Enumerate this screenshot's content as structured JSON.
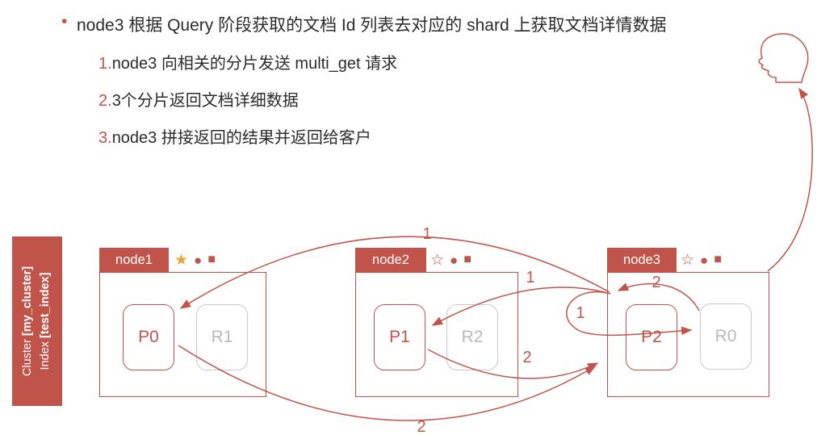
{
  "colors": {
    "accent_red": "#c0544a",
    "star_gold": "#e8a33d",
    "replica_gray": "#c9c9c9",
    "body_text": "#2b2b2b"
  },
  "bullet_section": {
    "bullet_glyph": "•",
    "title": "node3 根据 Query 阶段获取的文档 Id 列表去对应的 shard 上获取文档详情数据",
    "steps": [
      {
        "num": "1.",
        "text": "node3 向相关的分片发送 multi_get 请求"
      },
      {
        "num": "2.",
        "text": "3个分片返回文档详细数据"
      },
      {
        "num": "3.",
        "text": "node3 拼接返回的结果并返回给客户"
      }
    ]
  },
  "cluster_sidebar": {
    "line1_prefix": "Cluster ",
    "line1_value": "[my_cluster]",
    "line2_prefix": "Index ",
    "line2_value": "[test_index]"
  },
  "icons": {
    "star_filled": "★",
    "star_outline": "☆",
    "circle": "●",
    "square": "■"
  },
  "nodes": [
    {
      "label": "node1",
      "star": "★",
      "circle": "●",
      "square": "■",
      "primary": "P0",
      "replica": "R1"
    },
    {
      "label": "node2",
      "star": "☆",
      "circle": "●",
      "square": "■",
      "primary": "P1",
      "replica": "R2"
    },
    {
      "label": "node3",
      "star": "☆",
      "circle": "●",
      "square": "■",
      "primary": "P2",
      "replica": "R0"
    }
  ],
  "arrow_labels": [
    {
      "id": "request-to-p0",
      "text": "1"
    },
    {
      "id": "request-to-p1",
      "text": "1"
    },
    {
      "id": "request-to-p2-loop",
      "text": "1"
    },
    {
      "id": "response-from-p2",
      "text": "2"
    },
    {
      "id": "response-from-p1",
      "text": "2"
    },
    {
      "id": "response-from-p0",
      "text": "2"
    }
  ]
}
